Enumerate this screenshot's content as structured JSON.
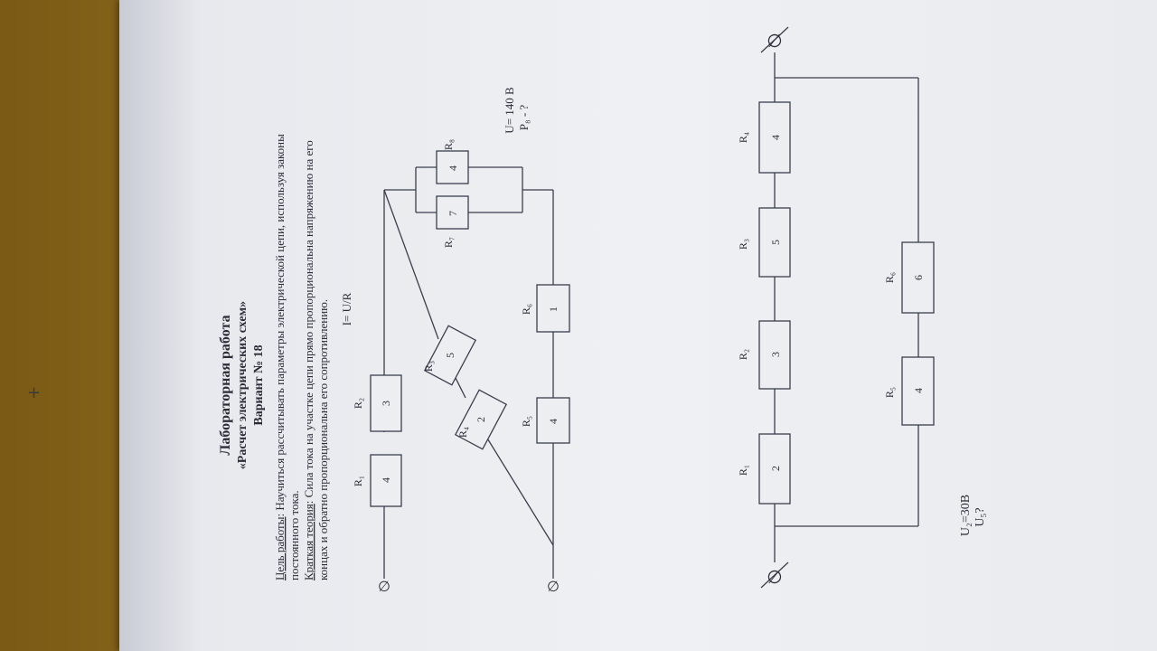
{
  "document": {
    "title": "Лабораторная работа",
    "subtitle": "«Расчет электрических схем»",
    "variant": "Вариант № 18",
    "goal_label": "Цель работы",
    "goal_line1": ": Научиться рассчитывать параметры электрической цепи, используя законы",
    "goal_line2": "постоянного тока.",
    "theory_label": "Краткая теория",
    "theory_line1": ": Сила тока на участке цепи прямо пропорциональна  напряжению на его",
    "theory_line2": "концах и обратно пропорциональна его сопротивлению.",
    "formula": "I= U/R"
  },
  "circuit1": {
    "terminal": "∅",
    "resistors": [
      {
        "label": "R₁",
        "value": "4"
      },
      {
        "label": "R₂",
        "value": "3"
      },
      {
        "label": "R₃",
        "value": "5"
      },
      {
        "label": "R₄",
        "value": "2"
      },
      {
        "label": "R₅",
        "value": "4"
      },
      {
        "label": "R₆",
        "value": "1"
      },
      {
        "label": "R₇",
        "value": "7"
      },
      {
        "label": "R₈",
        "value": "4"
      }
    ],
    "given": "U= 140 В",
    "find": "P₈ - ?"
  },
  "circuit2": {
    "terminal": "∅",
    "resistors": [
      {
        "label": "R₁",
        "value": "2"
      },
      {
        "label": "R₂",
        "value": "3"
      },
      {
        "label": "R₃",
        "value": "5"
      },
      {
        "label": "R₄",
        "value": "4"
      },
      {
        "label": "R₅",
        "value": "4"
      },
      {
        "label": "R₆",
        "value": "6"
      }
    ],
    "given": "U₂=30В",
    "find": "U₅?"
  },
  "colors": {
    "ink": "#2a2d38",
    "paper": "#eceef2",
    "desk": "#8c6a1c"
  }
}
